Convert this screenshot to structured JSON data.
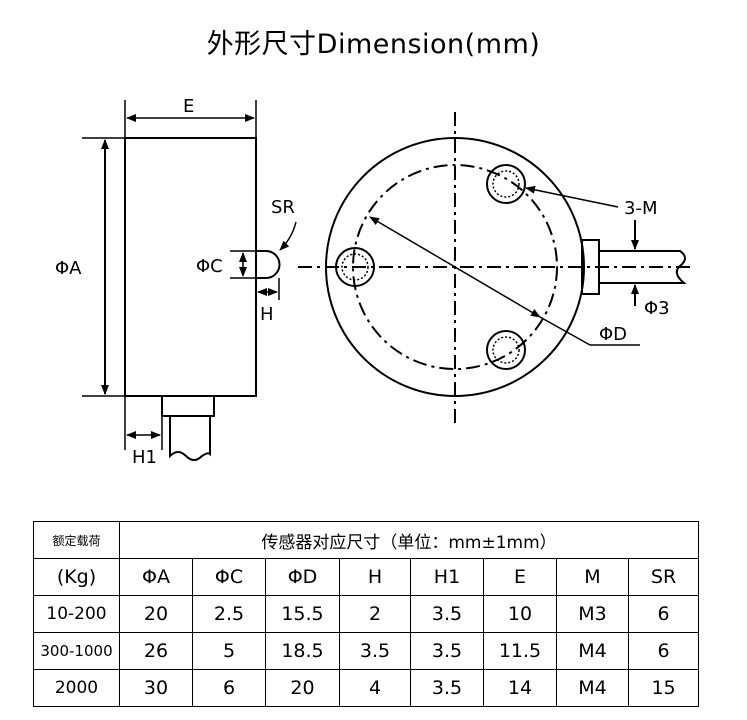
{
  "title": "外形尺寸Dimension(mm)",
  "labels": {
    "E": "E",
    "A": "ΦA",
    "C": "ΦC",
    "SR": "SR",
    "H": "H",
    "H1": "H1",
    "M": "3-M",
    "D": "ΦD",
    "cable": "Φ3"
  },
  "table": {
    "load_header": "额定载荷",
    "unit_header": "(Kg)",
    "group_header": "传感器对应尺寸（单位：mm±1mm）",
    "columns": [
      "ΦA",
      "ΦC",
      "ΦD",
      "H",
      "H1",
      "E",
      "M",
      "SR"
    ],
    "rows": [
      [
        "10-200",
        "20",
        "2.5",
        "15.5",
        "2",
        "3.5",
        "10",
        "M3",
        "6"
      ],
      [
        "300-1000",
        "26",
        "5",
        "18.5",
        "3.5",
        "3.5",
        "11.5",
        "M4",
        "6"
      ],
      [
        "2000",
        "30",
        "6",
        "20",
        "4",
        "3.5",
        "14",
        "M4",
        "15"
      ]
    ]
  }
}
